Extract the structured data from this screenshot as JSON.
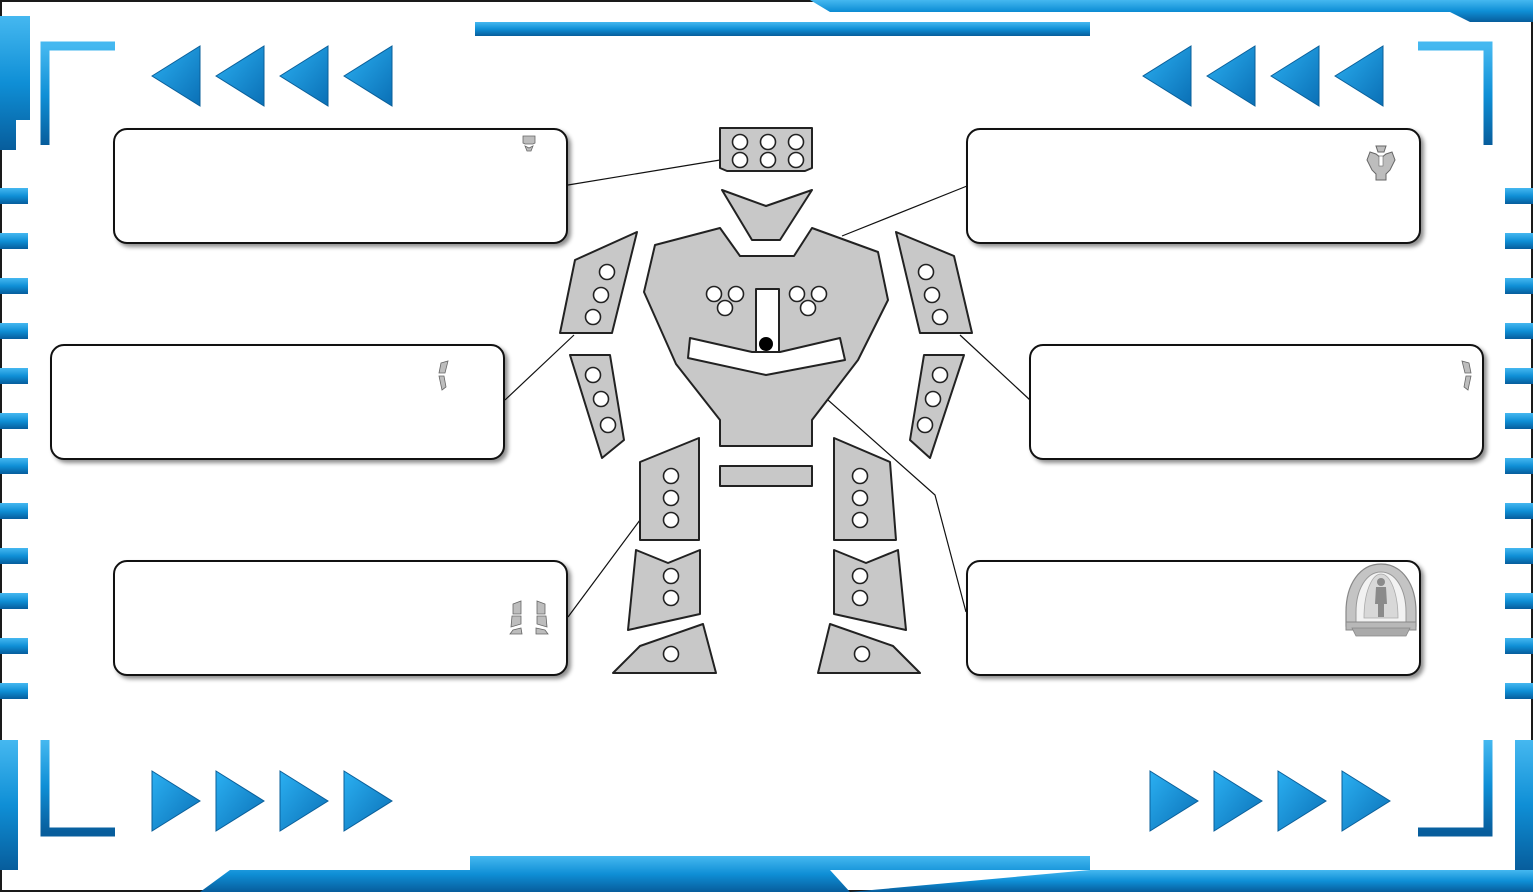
{
  "title": "",
  "colors": {
    "frame_blue": "#0f8fd6",
    "frame_blue_light": "#45b8f0",
    "frame_blue_dark": "#075d9c",
    "part_fill": "#c8c8c8",
    "part_stroke": "#222222",
    "box_border": "#111111"
  },
  "label_boxes": [
    {
      "id": "head",
      "text": "",
      "icon": "head-icon"
    },
    {
      "id": "torso",
      "text": "",
      "icon": "torso-icon"
    },
    {
      "id": "left-arm",
      "text": "",
      "icon": "arm-icon"
    },
    {
      "id": "right-arm",
      "text": "",
      "icon": "arm-icon"
    },
    {
      "id": "legs",
      "text": "",
      "icon": "legs-icon"
    },
    {
      "id": "whole-robot",
      "text": "",
      "icon": "robot-capsule-icon"
    }
  ],
  "decorations": {
    "arrow_groups": [
      {
        "position": "top-left",
        "direction": "left",
        "count": 4
      },
      {
        "position": "top-right",
        "direction": "left",
        "count": 4
      },
      {
        "position": "bottom-left",
        "direction": "right",
        "count": 4
      },
      {
        "position": "bottom-right",
        "direction": "right",
        "count": 4
      }
    ],
    "side_tick_count": 12
  }
}
